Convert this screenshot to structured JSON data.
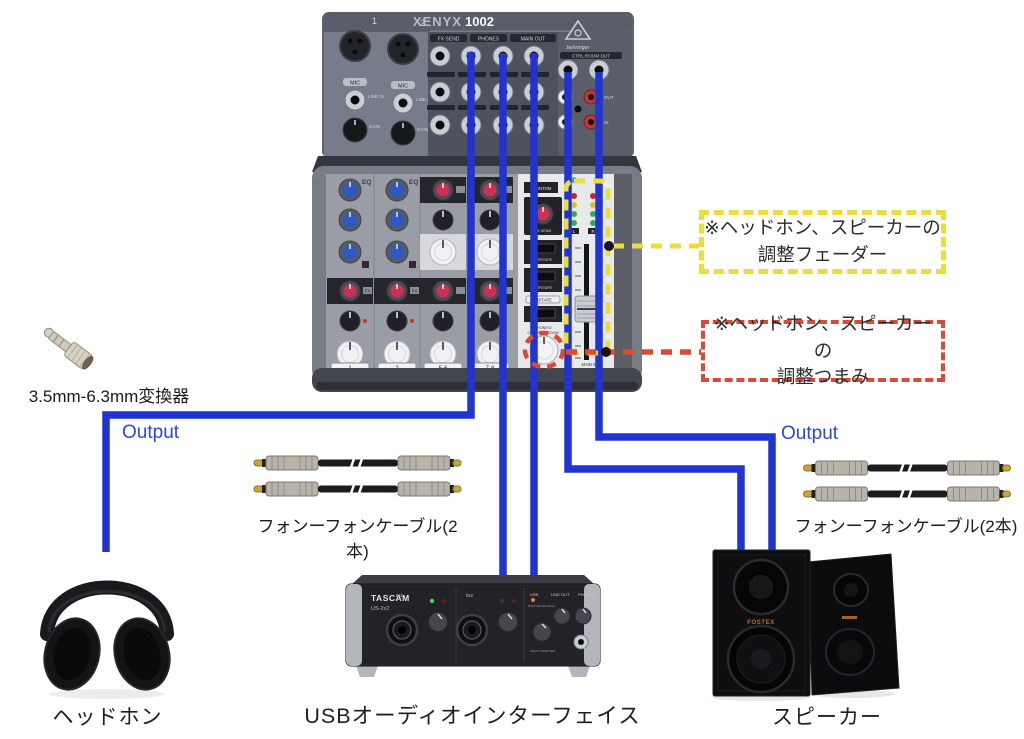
{
  "colors": {
    "wire_blue": "#2134cf",
    "output_text_blue": "#2b49d8",
    "callout_yellow": "#e9de3b",
    "callout_red": "#d94b32"
  },
  "mixer": {
    "model": "XENYX",
    "model_num": "1002",
    "brand": "behringer",
    "jack_labels": {
      "fx_send": "FX SEND",
      "phones": "PHONES",
      "main_out": "MAIN OUT",
      "ctrl_room_out": "CTRL ROOM OUT",
      "l": "L",
      "r": "R",
      "out": "OUT",
      "in": "IN"
    },
    "input_labels": {
      "num1": "1",
      "num2": "2",
      "mic": "MIC",
      "line_in": "LINE IN",
      "gain": "GAIN"
    },
    "panel": {
      "eq": "EQ",
      "fx": "FX",
      "phantom": "PHANTOM",
      "fx_send": "FX SEND",
      "tape_a": "2-TR/TAPE",
      "tape_b": "2-TR/TAPE",
      "cd_tape": "CD/TAPE",
      "phones_line1": "PHONES/",
      "phones_line2": "CONTROL ROOM",
      "meter_l": "L",
      "meter_r": "R",
      "main_mix": "MAIN MIX",
      "main_section": "MAIN SECTION"
    },
    "channels": [
      "1",
      "2",
      "5-6",
      "7-8"
    ]
  },
  "annotations": {
    "fader_note_line1": "※ヘッドホン、スピーカーの",
    "fader_note_line2": "調整フェーダー",
    "knob_note_line1": "※ヘッドホン、スピーカーの",
    "knob_note_line2": "調整つまみ"
  },
  "labels": {
    "adapter": "3.5mm-6.3mm変換器",
    "output_left": "Output",
    "output_right": "Output",
    "cable_left": "フォンーフォンケーブル(2本)",
    "cable_right": "フォンーフォンケーブル(2本)",
    "headphones": "ヘッドホン",
    "interface": "USBオーディオインターフェイス",
    "speakers": "スピーカー"
  },
  "interface": {
    "brand": "TASCAM",
    "model": "US-2x2",
    "in1": "IN1",
    "in2": "IN2",
    "usb": "USB",
    "line_out": "LINE OUT",
    "phones": "PHONES",
    "monitor_balance": "MONITOR BALANCE",
    "input_computer": "INPUT COMPUTER"
  },
  "speakers": {
    "brand": "FOSTEX"
  }
}
